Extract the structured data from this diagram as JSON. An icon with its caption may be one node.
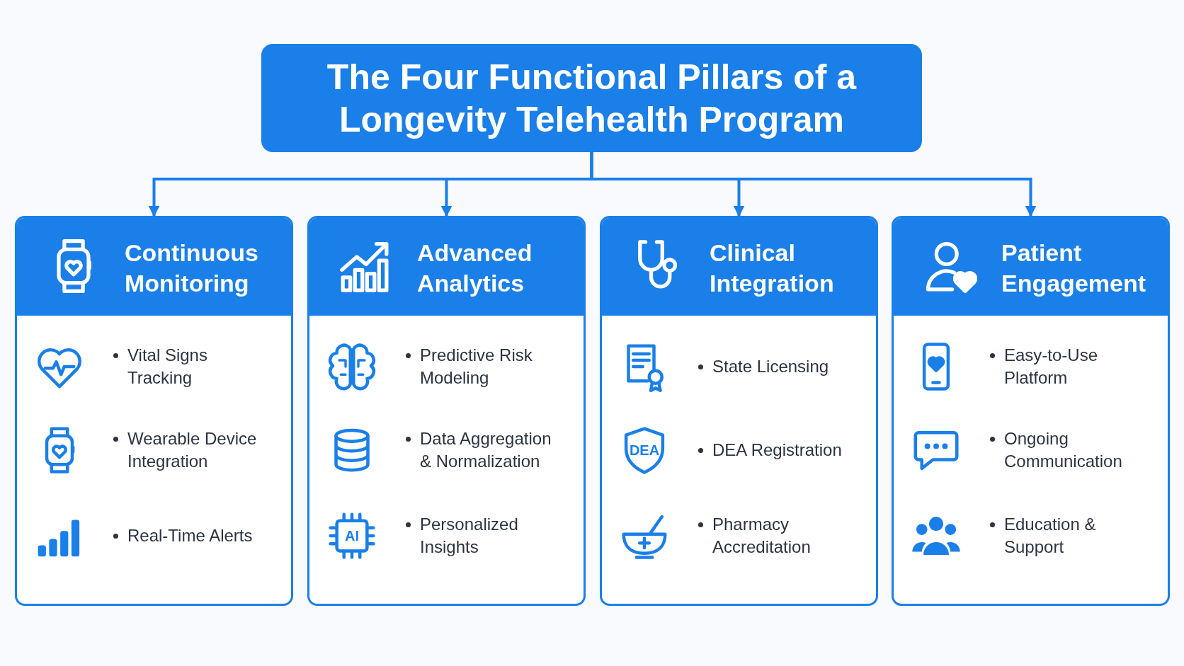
{
  "diagram": {
    "nodes": [
      {
        "text": [
          "The Four Functional Pillars of a Longevity Telehealth Program"
        ]
      },
      {
        "text": [
          "Continuous Monitoring",
          "Vital Signs Tracking",
          "Wearable Device Integration",
          "Real-Time Alerts"
        ]
      },
      {
        "text": [
          "Advanced Analytics",
          "Predictive Risk Modeling",
          "Data Aggregation & Normalization",
          "Personalized Insights"
        ]
      },
      {
        "text": [
          "Clinical Integration",
          "State Licensing",
          "DEA Registration",
          "Pharmacy Accreditation"
        ]
      },
      {
        "text": [
          "Patient Engagement",
          "Easy-to-Use Platform",
          "Ongoing Communication",
          "Education & Support"
        ]
      }
    ],
    "edges": [
      {
        "from": 0,
        "to": 1,
        "arrow": "to"
      },
      {
        "from": 0,
        "to": 2,
        "arrow": "to"
      },
      {
        "from": 0,
        "to": 3,
        "arrow": "to"
      },
      {
        "from": 0,
        "to": 4,
        "arrow": "to"
      }
    ],
    "labels": [
      "AI",
      "DEA"
    ]
  }
}
